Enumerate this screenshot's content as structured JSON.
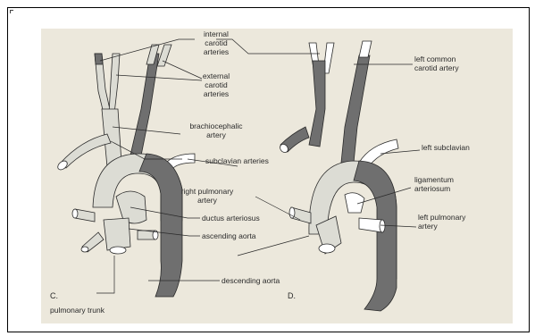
{
  "figure": {
    "panels": {
      "c": "C.",
      "d": "D."
    },
    "labels": {
      "internal_carotid": [
        "internal",
        "carotid",
        "arteries"
      ],
      "external_carotid": [
        "external",
        "carotid",
        "arteries"
      ],
      "brachiocephalic": [
        "brachiocephalic",
        "artery"
      ],
      "subclavian": "subclavian arteries",
      "right_pulmonary": [
        "right pulmonary",
        "artery"
      ],
      "ductus": "ductus arteriosus",
      "ascending_aorta": "ascending aorta",
      "descending_aorta": "descending aorta",
      "pulmonary_trunk": "pulmonary trunk",
      "left_common_carotid": [
        "left common",
        "carotid artery"
      ],
      "left_subclavian": "left subclavian",
      "ligamentum": [
        "ligamentum",
        "arteriosum"
      ],
      "left_pulmonary": [
        "left pulmonary",
        "artery"
      ]
    }
  }
}
